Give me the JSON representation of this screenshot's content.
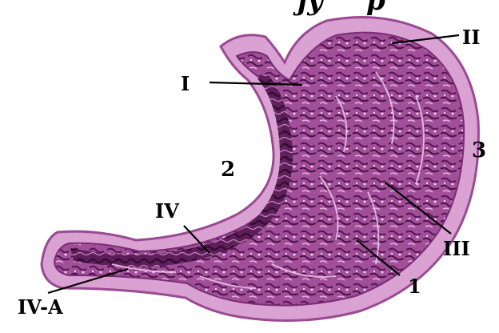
{
  "title_fragment": "jy",
  "title_fragment_right": "p",
  "labels": {
    "I": "I",
    "II": "II",
    "III": "III",
    "IV": "IV",
    "IVA": "IV-A",
    "n1": "1",
    "n2": "2",
    "n3": "3"
  },
  "colors": {
    "tissue_light": "#d79ad0",
    "tissue_mid": "#b865ad",
    "mucosa_dark": "#6b2466",
    "mucosa_deep": "#3f0f3d",
    "outline": "#8e3c88"
  }
}
